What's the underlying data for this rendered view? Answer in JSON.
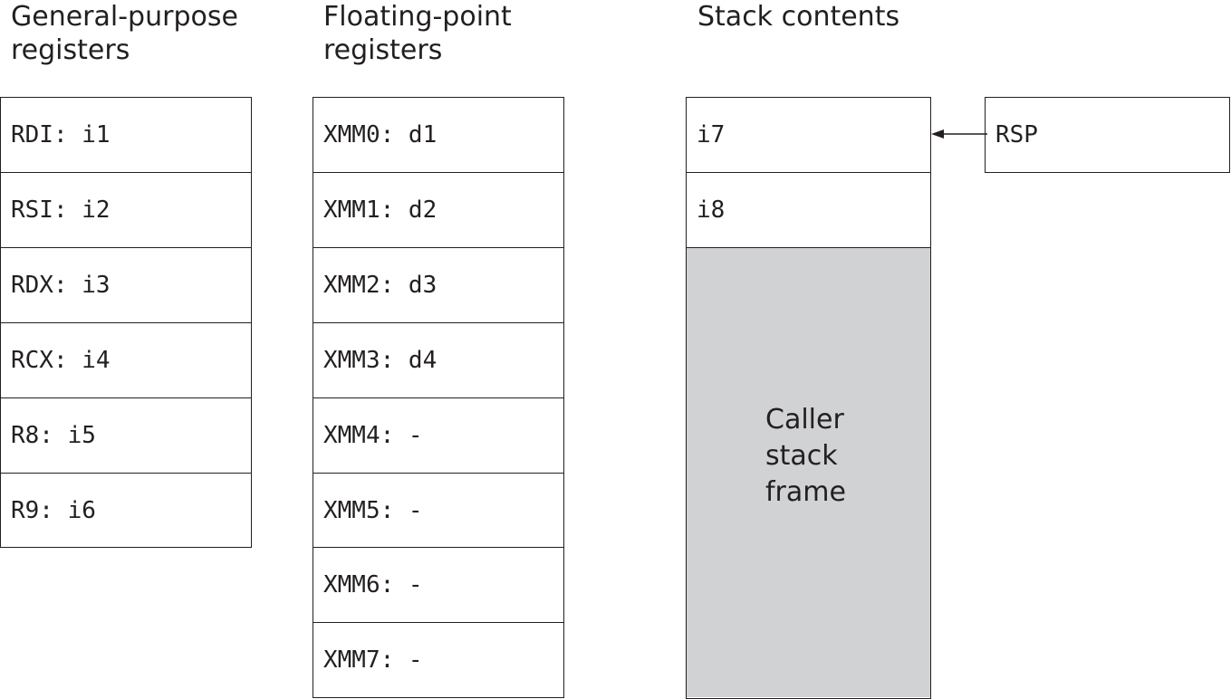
{
  "columns": {
    "gpr": {
      "title": "General-purpose\nregisters",
      "cells": [
        "RDI: i1",
        "RSI: i2",
        "RDX: i3",
        "RCX: i4",
        "R8: i5",
        "R9: i6"
      ]
    },
    "fpr": {
      "title": "Floating-point\nregisters",
      "cells": [
        "XMM0: d1",
        "XMM1: d2",
        "XMM2: d3",
        "XMM3: d4",
        "XMM4: -",
        "XMM5: -",
        "XMM6: -",
        "XMM7: -"
      ]
    },
    "stack": {
      "title": "Stack contents",
      "cells": [
        "i7",
        "i8"
      ],
      "frame_label": "Caller\nstack\nframe"
    }
  },
  "pointer": {
    "label": "RSP"
  },
  "colors": {
    "line": "#231f20",
    "frame_fill": "#d1d2d4"
  }
}
